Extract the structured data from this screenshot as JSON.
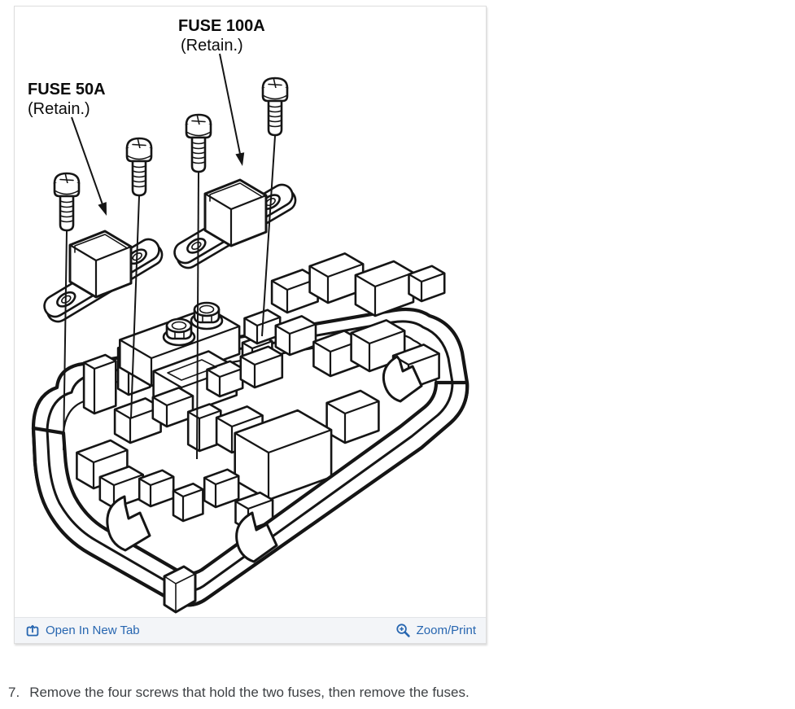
{
  "diagram": {
    "labels": {
      "fuse100": {
        "line1": "FUSE 100A",
        "line2": "(Retain.)"
      },
      "fuse50": {
        "line1": "FUSE 50A",
        "line2": "(Retain.)"
      }
    }
  },
  "toolbar": {
    "open_label": "Open In New Tab",
    "zoom_label": "Zoom/Print"
  },
  "instruction": {
    "number": "7.",
    "text": "Remove the four screws that hold the two fuses, then remove the fuses."
  },
  "icons": {
    "open": "open-in-new-tab-icon",
    "zoom": "zoom-in-icon"
  },
  "colors": {
    "link_blue": "#2766b0",
    "toolbar_bg": "#f3f5f8",
    "line_ink": "#151515"
  }
}
